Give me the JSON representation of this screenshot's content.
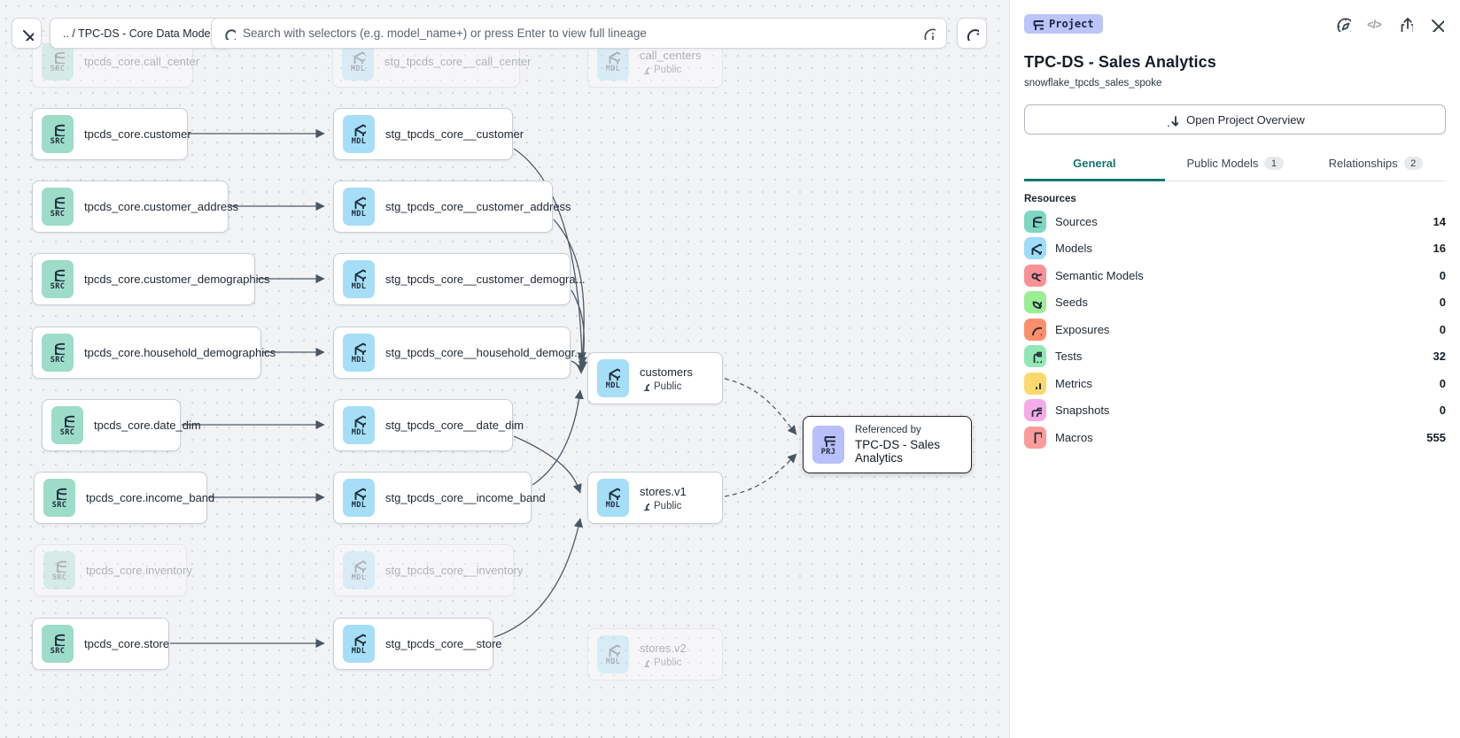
{
  "toolbar": {
    "breadcrumb": ".. / TPC-DS - Core Data Models",
    "search_placeholder": "Search with selectors (e.g. model_name+) or press Enter to view full lineage",
    "icons": [
      "close-icon",
      "search-icon",
      "info-icon",
      "refresh-icon"
    ]
  },
  "canvas": {
    "src_nodes": [
      {
        "badge": "SRC",
        "label": "tpcds_core.call_center",
        "faded": true
      },
      {
        "badge": "SRC",
        "label": "tpcds_core.customer",
        "faded": false
      },
      {
        "badge": "SRC",
        "label": "tpcds_core.customer_address",
        "faded": false
      },
      {
        "badge": "SRC",
        "label": "tpcds_core.customer_demographics",
        "faded": false
      },
      {
        "badge": "SRC",
        "label": "tpcds_core.household_demographics",
        "faded": false
      },
      {
        "badge": "SRC",
        "label": "tpcds_core.date_dim",
        "faded": false
      },
      {
        "badge": "SRC",
        "label": "tpcds_core.income_band",
        "faded": false
      },
      {
        "badge": "SRC",
        "label": "tpcds_core.inventory",
        "faded": true
      },
      {
        "badge": "SRC",
        "label": "tpcds_core.store",
        "faded": false
      }
    ],
    "mdl_nodes": [
      {
        "badge": "MDL",
        "label": "stg_tpcds_core__call_center",
        "faded": true
      },
      {
        "badge": "MDL",
        "label": "stg_tpcds_core__customer",
        "faded": false
      },
      {
        "badge": "MDL",
        "label": "stg_tpcds_core__customer_address",
        "faded": false
      },
      {
        "badge": "MDL",
        "label": "stg_tpcds_core__customer_demogra...",
        "faded": false
      },
      {
        "badge": "MDL",
        "label": "stg_tpcds_core__household_demogr...",
        "faded": false
      },
      {
        "badge": "MDL",
        "label": "stg_tpcds_core__date_dim",
        "faded": false
      },
      {
        "badge": "MDL",
        "label": "stg_tpcds_core__income_band",
        "faded": false
      },
      {
        "badge": "MDL",
        "label": "stg_tpcds_core__inventory",
        "faded": true
      },
      {
        "badge": "MDL",
        "label": "stg_tpcds_core__store",
        "faded": false
      }
    ],
    "public_nodes": [
      {
        "badge": "MDL",
        "label": "call_centers",
        "visibility": "Public",
        "faded": true
      },
      {
        "badge": "MDL",
        "label": "customers",
        "visibility": "Public",
        "faded": false
      },
      {
        "badge": "MDL",
        "label": "stores.v1",
        "visibility": "Public",
        "faded": false
      },
      {
        "badge": "MDL",
        "label": "stores.v2",
        "visibility": "Public",
        "faded": true
      }
    ],
    "project_node": {
      "badge": "PRJ",
      "referenced_by_label": "Referenced by",
      "title": "TPC-DS - Sales Analytics"
    }
  },
  "panel": {
    "type_badge": "Project",
    "header_icons": [
      "compass-icon",
      "code-icon",
      "share-icon",
      "close-icon"
    ],
    "title": "TPC-DS - Sales Analytics",
    "subtitle": "snowflake_tpcds_sales_spoke",
    "overview_button": "Open Project Overview",
    "tabs": [
      {
        "label": "General",
        "active": true
      },
      {
        "label": "Public Models",
        "badge": "1",
        "active": false
      },
      {
        "label": "Relationships",
        "badge": "2",
        "active": false
      }
    ],
    "resources_header": "Resources",
    "resources": [
      {
        "label": "Sources",
        "count": "14",
        "icon": "database-icon",
        "color": "#7fd6c2"
      },
      {
        "label": "Models",
        "count": "16",
        "icon": "cube-icon",
        "color": "#9edcf8"
      },
      {
        "label": "Semantic Models",
        "count": "0",
        "icon": "graph-icon",
        "color": "#fb9196"
      },
      {
        "label": "Seeds",
        "count": "0",
        "icon": "seedling-icon",
        "color": "#9bee93"
      },
      {
        "label": "Exposures",
        "count": "0",
        "icon": "gauge-icon",
        "color": "#fb8f6b"
      },
      {
        "label": "Tests",
        "count": "32",
        "icon": "clipboard-check-icon",
        "color": "#92e8b5"
      },
      {
        "label": "Metrics",
        "count": "0",
        "icon": "bar-chart-icon",
        "color": "#fbd96d"
      },
      {
        "label": "Snapshots",
        "count": "0",
        "icon": "camera-icon",
        "color": "#f6abe9"
      },
      {
        "label": "Macros",
        "count": "555",
        "icon": "file-icon",
        "color": "#fb9b9b"
      }
    ],
    "accent_color": "#15756e"
  }
}
